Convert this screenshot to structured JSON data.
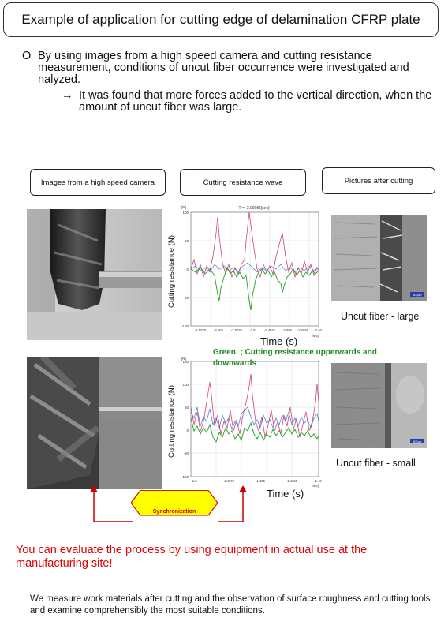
{
  "title": "Example of application for cutting edge of delamination CFRP plate",
  "intro": {
    "bullet": "O",
    "text": "By using images from a high speed camera and cutting resistance measurement, conditions of uncut fiber occurrence were investigated and nalyzed.",
    "arrow": "→",
    "finding": "It was found that more forces added to the vertical direction, when the amount of uncut fiber was large."
  },
  "columns": {
    "camera": "Images from a high speed camera",
    "wave": "Cutting resistance wave",
    "pictures": "Pictures after cutting"
  },
  "chart_top": {
    "header": "T = -3.09985[sec]",
    "ylabel": "Cutting resistance (N)",
    "xlabel": "Time (s)",
    "unit_y": "[N]",
    "unit_x": "[sec]",
    "yticks": [
      "100",
      "50",
      "0",
      "-50",
      "-100"
    ],
    "xticks": [
      "-2.5075",
      "-2.505",
      "-2.5025",
      "-2.5",
      "-2.4975",
      "-2.495",
      "-2.4925",
      "-2.49"
    ]
  },
  "chart_bottom": {
    "ylabel": "Cutting resistance (N)",
    "xlabel": "Time (s)",
    "unit_y": "[N]",
    "unit_x": "[sec]",
    "yticks": [
      "150",
      "100",
      "50",
      "0",
      "-50",
      "-100"
    ],
    "xticks": [
      "-1.5",
      "-1.4975",
      "-1.495",
      "-1.4925",
      "-1.49"
    ]
  },
  "green_note": "Green. ; Cutting resistance upperwards and downwards",
  "caption_large": "Uncut fiber - large",
  "caption_small": "Uncut fiber - small",
  "sync_label": "Synchronization",
  "red_statement": "You can evaluate the process by using equipment in actual use at the manufacturing site!",
  "bottom_statement": "We measure work materials after cutting and the observation of surface roughness and cutting tools and examine comprehensibly the most suitable conditions.",
  "scale_label": "500μm",
  "colors": {
    "red_trace": "#d0427a",
    "green_trace": "#22a022",
    "blue_trace": "#3f6fd0",
    "sync_fill": "#ffff00",
    "sync_border": "#cc0000",
    "arrow": "#cc0000",
    "statement": "#e00000"
  }
}
